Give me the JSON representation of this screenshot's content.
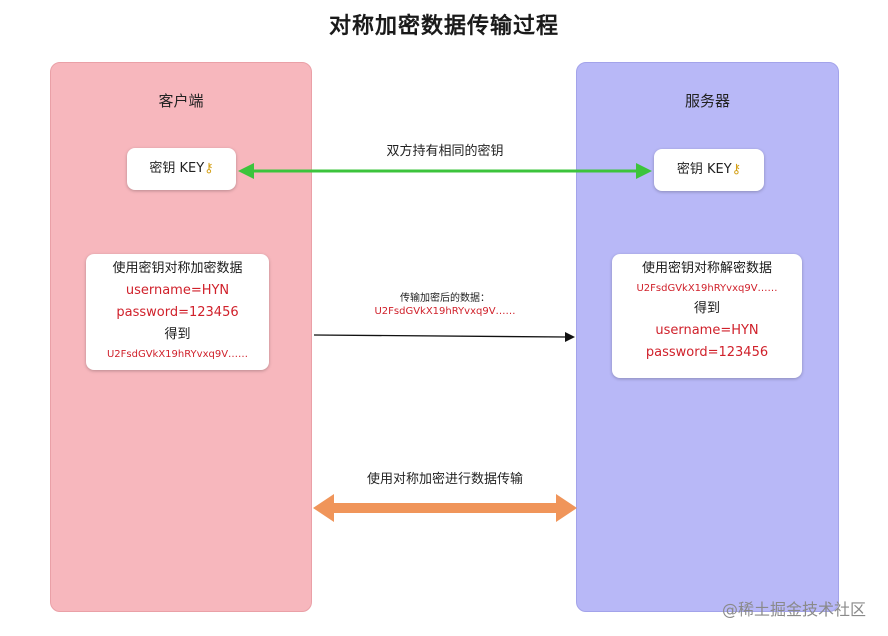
{
  "title": "对称加密数据传输过程",
  "client": {
    "title": "客户端",
    "key_label": "密钥 KEY",
    "encrypt_card": {
      "heading": "使用密钥对称加密数据",
      "username": "username=HYN",
      "password": "password=123456",
      "result_label": "得到",
      "ciphertext": "U2FsdGVkX19hRYvxq9V……"
    }
  },
  "server": {
    "title": "服务器",
    "key_label": "密钥 KEY",
    "decrypt_card": {
      "heading": "使用密钥对称解密数据",
      "ciphertext": "U2FsdGVkX19hRYvxq9V……",
      "result_label": "得到",
      "username": "username=HYN",
      "password": "password=123456"
    }
  },
  "arrows": {
    "shared_key_label": "双方持有相同的密钥",
    "transfer_label": "传输加密后的数据：",
    "transfer_ciphertext": "U2FsdGVkX19hRYvxq9V……",
    "symmetric_label": "使用对称加密进行数据传输"
  },
  "icons": {
    "key": "key-icon"
  },
  "colors": {
    "client_panel": "#f7b7bd",
    "server_panel": "#b8b8f7",
    "shared_key_arrow": "#3cc43c",
    "transfer_arrow": "#111111",
    "symmetric_arrow": "#f0955a",
    "ciphertext_text": "#d0212b"
  },
  "watermark": "@稀土掘金技术社区"
}
